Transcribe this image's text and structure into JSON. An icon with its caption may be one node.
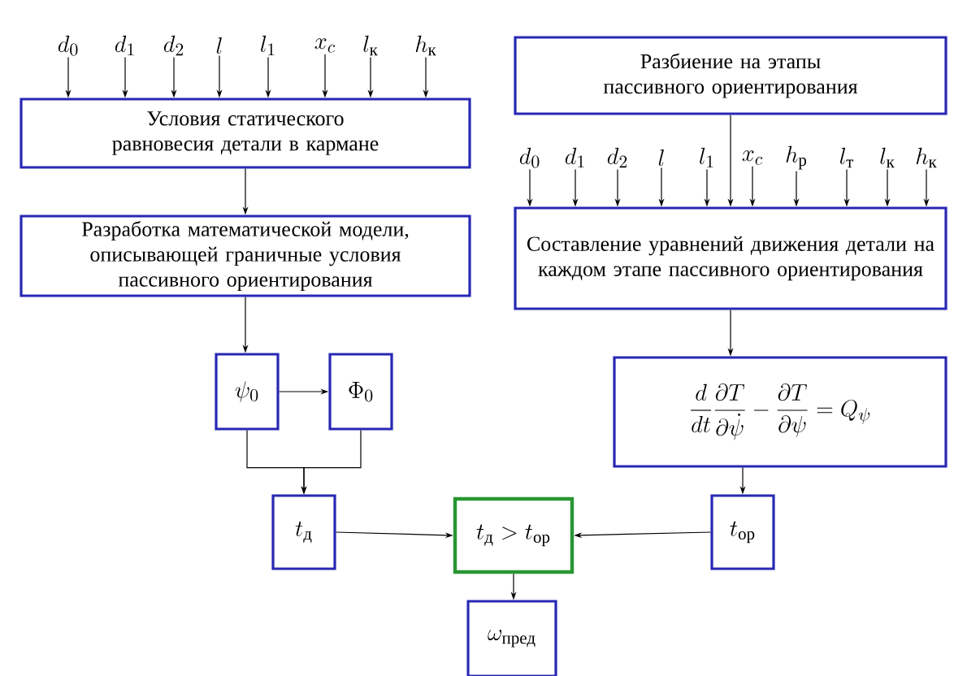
{
  "diagram": {
    "nodes": [
      {
        "text": [
          "Условия статического равновесия детали в кармане"
        ]
      },
      {
        "text": [
          "Разработка математической модели, описывающей граничные условия пассивного ориентирования"
        ]
      },
      {
        "text": [
          "Разбиение на этапы пассивного ориентирования"
        ]
      },
      {
        "text": [
          "Составление уравнений движения детали на каждом этапе пассивного ориентирования"
        ]
      },
      {
        "text": [
          "\\psi_0"
        ]
      },
      {
        "text": [
          "\\Phi_0"
        ]
      },
      {
        "text": [
          "\\frac{d}{dt}\\frac{\\partial T}{\\partial\\dot{\\psi}}-\\frac{\\partial T}{\\partial\\psi}=Q_{\\psi}"
        ]
      },
      {
        "text": [
          "t_{\\text{д}}"
        ]
      },
      {
        "text": [
          "t_{\\text{д}}>t_{\\text{ор}}"
        ]
      },
      {
        "text": [
          "t_{\\text{ор}}"
        ]
      },
      {
        "text": [
          "\\omega_{\\text{пред}}"
        ]
      },
      {
        "text": [
          "d_0"
        ]
      },
      {
        "text": [
          "d_1"
        ]
      },
      {
        "text": [
          "d_2"
        ]
      },
      {
        "text": [
          "l"
        ]
      },
      {
        "text": [
          "l_1"
        ]
      },
      {
        "text": [
          "x_c"
        ]
      },
      {
        "text": [
          "l_{\\text{к}}"
        ]
      },
      {
        "text": [
          "h_{\\text{к}}"
        ]
      },
      {
        "text": [
          "d_0"
        ]
      },
      {
        "text": [
          "d_1"
        ]
      },
      {
        "text": [
          "d_2"
        ]
      },
      {
        "text": [
          "l"
        ]
      },
      {
        "text": [
          "l_1"
        ]
      },
      {
        "text": [
          "x_c"
        ]
      },
      {
        "text": [
          "h_{\\text{р}}"
        ]
      },
      {
        "text": [
          "l_{\\text{т}}"
        ]
      },
      {
        "text": [
          "l_{\\text{к}}"
        ]
      },
      {
        "text": [
          "h_{\\text{к}}"
        ]
      }
    ],
    "edges": [
      {
        "from": 11,
        "to": 0,
        "arrow": "to"
      },
      {
        "from": 12,
        "to": 0,
        "arrow": "to"
      },
      {
        "from": 13,
        "to": 0,
        "arrow": "to"
      },
      {
        "from": 14,
        "to": 0,
        "arrow": "to"
      },
      {
        "from": 15,
        "to": 0,
        "arrow": "to"
      },
      {
        "from": 16,
        "to": 0,
        "arrow": "to"
      },
      {
        "from": 17,
        "to": 0,
        "arrow": "to"
      },
      {
        "from": 18,
        "to": 0,
        "arrow": "to"
      },
      {
        "from": 0,
        "to": 1,
        "arrow": "to"
      },
      {
        "from": 1,
        "to": 4,
        "arrow": "to"
      },
      {
        "from": 4,
        "to": 5,
        "arrow": "to"
      },
      {
        "from": 4,
        "to": 7,
        "arrow": "to"
      },
      {
        "from": 5,
        "to": 7,
        "arrow": "to"
      },
      {
        "from": 7,
        "to": 8,
        "arrow": "to"
      },
      {
        "from": 2,
        "to": 3,
        "arrow": "to"
      },
      {
        "from": 19,
        "to": 3,
        "arrow": "to"
      },
      {
        "from": 20,
        "to": 3,
        "arrow": "to"
      },
      {
        "from": 21,
        "to": 3,
        "arrow": "to"
      },
      {
        "from": 22,
        "to": 3,
        "arrow": "to"
      },
      {
        "from": 23,
        "to": 3,
        "arrow": "to"
      },
      {
        "from": 24,
        "to": 3,
        "arrow": "to"
      },
      {
        "from": 25,
        "to": 3,
        "arrow": "to"
      },
      {
        "from": 26,
        "to": 3,
        "arrow": "to"
      },
      {
        "from": 27,
        "to": 3,
        "arrow": "to"
      },
      {
        "from": 28,
        "to": 3,
        "arrow": "to"
      },
      {
        "from": 3,
        "to": 6,
        "arrow": "to"
      },
      {
        "from": 6,
        "to": 9,
        "arrow": "to"
      },
      {
        "from": 9,
        "to": 8,
        "arrow": "to"
      },
      {
        "from": 8,
        "to": 10,
        "arrow": "to"
      }
    ]
  }
}
